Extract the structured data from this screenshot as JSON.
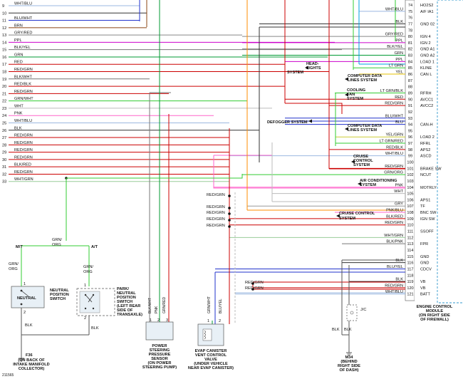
{
  "diagram_id": "211565",
  "left_wires": [
    {
      "pin": "9",
      "color": "WHT/BLU"
    },
    {
      "pin": "10",
      "color": ""
    },
    {
      "pin": "11",
      "color": "BLU/WHT"
    },
    {
      "pin": "12",
      "color": "BRN"
    },
    {
      "pin": "13",
      "color": "GRY/RED"
    },
    {
      "pin": "14",
      "color": "PPL"
    },
    {
      "pin": "15",
      "color": "BLK/YEL"
    },
    {
      "pin": "16",
      "color": "GRN"
    },
    {
      "pin": "17",
      "color": "RED"
    },
    {
      "pin": "18",
      "color": "RED/GRN"
    },
    {
      "pin": "19",
      "color": "BLK/WHT"
    },
    {
      "pin": "20",
      "color": "RED/BLK"
    },
    {
      "pin": "21",
      "color": "RED/GRN"
    },
    {
      "pin": "22",
      "color": "GRN/WHT"
    },
    {
      "pin": "23",
      "color": "WHT"
    },
    {
      "pin": "24",
      "color": "PNK"
    },
    {
      "pin": "25",
      "color": "WHT/BLU"
    },
    {
      "pin": "26",
      "color": "BLK"
    },
    {
      "pin": "27",
      "color": "RED/GRN"
    },
    {
      "pin": "28",
      "color": "RED/GRN"
    },
    {
      "pin": "29",
      "color": "RED/GRN"
    },
    {
      "pin": "30",
      "color": "RED/GRN"
    },
    {
      "pin": "31",
      "color": "BLK/RED"
    },
    {
      "pin": "32",
      "color": "RED/GRN"
    },
    {
      "pin": "33",
      "color": "WHT/GRN"
    }
  ],
  "right_pins": [
    {
      "pin": "74",
      "color": "",
      "label": "HO2S2"
    },
    {
      "pin": "75",
      "color": "WHT/BLU",
      "label": "A/F IA1"
    },
    {
      "pin": "76",
      "color": "",
      "label": ""
    },
    {
      "pin": "77",
      "color": "BLK",
      "label": "GND 02"
    },
    {
      "pin": "78",
      "color": "",
      "label": ""
    },
    {
      "pin": "80",
      "color": "GRY/RED",
      "label": "IGN 4"
    },
    {
      "pin": "81",
      "color": "PPL",
      "label": "IGN 2"
    },
    {
      "pin": "82",
      "color": "BLK/YEL",
      "label": "GND A1"
    },
    {
      "pin": "83",
      "color": "GRN",
      "label": "GND A2"
    },
    {
      "pin": "84",
      "color": "PPL",
      "label": "LOAD 1"
    },
    {
      "pin": "85",
      "color": "LT GRN",
      "label": "KLINE"
    },
    {
      "pin": "86",
      "color": "YEL",
      "label": "CAN L"
    },
    {
      "pin": "87",
      "color": "",
      "label": ""
    },
    {
      "pin": "88",
      "color": "",
      "label": ""
    },
    {
      "pin": "89",
      "color": "LT GRN/BLK",
      "label": "RFRH"
    },
    {
      "pin": "90",
      "color": "RED",
      "label": "AVCC1"
    },
    {
      "pin": "91",
      "color": "RED/GRN",
      "label": "AVCC2"
    },
    {
      "pin": "92",
      "color": "",
      "label": ""
    },
    {
      "pin": "93",
      "color": "BLU/WHT",
      "label": ""
    },
    {
      "pin": "94",
      "color": "BLU",
      "label": "CAN-H"
    },
    {
      "pin": "95",
      "color": "",
      "label": ""
    },
    {
      "pin": "96",
      "color": "YEL/GRN",
      "label": "LOAD 2"
    },
    {
      "pin": "97",
      "color": "LT GRN/RED",
      "label": "RFRL"
    },
    {
      "pin": "98",
      "color": "RED/BLK",
      "label": "APS2"
    },
    {
      "pin": "99",
      "color": "WHT/BLU",
      "label": "ASCD"
    },
    {
      "pin": "100",
      "color": "",
      "label": ""
    },
    {
      "pin": "101",
      "color": "RED/GRN",
      "label": "BRAKE SW"
    },
    {
      "pin": "102",
      "color": "GRN/ORG",
      "label": "NCUT"
    },
    {
      "pin": "103",
      "color": "",
      "label": ""
    },
    {
      "pin": "104",
      "color": "PNK",
      "label": "MOTRLY"
    },
    {
      "pin": "105",
      "color": "WHT",
      "label": ""
    },
    {
      "pin": "106",
      "color": "",
      "label": "APS1"
    },
    {
      "pin": "107",
      "color": "GRY",
      "label": "TF"
    },
    {
      "pin": "108",
      "color": "PNK/BLU",
      "label": "BNC SW"
    },
    {
      "pin": "109",
      "color": "BLK/RED",
      "label": "IGN SW"
    },
    {
      "pin": "110",
      "color": "RED/GRN",
      "label": ""
    },
    {
      "pin": "111",
      "color": "",
      "label": "SSOFF"
    },
    {
      "pin": "112",
      "color": "WHT/GRN",
      "label": ""
    },
    {
      "pin": "113",
      "color": "BLK/PNK",
      "label": "FPR"
    },
    {
      "pin": "114",
      "color": "",
      "label": ""
    },
    {
      "pin": "115",
      "color": "",
      "label": "GND"
    },
    {
      "pin": "116",
      "color": "BLK",
      "label": "GND"
    },
    {
      "pin": "117",
      "color": "BLU/YEL",
      "label": "CDCV"
    },
    {
      "pin": "118",
      "color": "",
      "label": ""
    },
    {
      "pin": "119",
      "color": "BLK",
      "label": "VB"
    },
    {
      "pin": "120",
      "color": "RED/GRN",
      "label": "VB"
    },
    {
      "pin": "121",
      "color": "WHT/BLU",
      "label": "BATT"
    }
  ],
  "mid_labels": {
    "red_grn": "RED/GRN",
    "grn_org_top": "GRN/",
    "grn_org_bot": "ORG",
    "mt": "M/T",
    "at": "A/T",
    "grn_org_mt_top": "GRN/",
    "grn_org_mt_bot": "ORG",
    "grn_org_at_top": "GRN/",
    "grn_org_at_bot": "ORG",
    "blk": "BLK",
    "blk_wht": "BLK/WHT",
    "pnk": "PNK",
    "grn_red": "GRN/RED",
    "grn_wht": "GRN/WHT",
    "blu_yel": "BLU/YEL",
    "jc": "J/C",
    "pin1": "1",
    "pin2": "2",
    "pin3": "3"
  },
  "systems": {
    "headlights": [
      "HEAD-",
      "LIGHTS",
      "SYSTEM"
    ],
    "cdl1": [
      "COMPUTER DATA",
      "LINES SYSTEM"
    ],
    "cooling": [
      "COOLING",
      "FAN",
      "SYSTEM"
    ],
    "defogger": [
      "DEFOGGER SYSTEM"
    ],
    "cdl2": [
      "COMPUTER DATA",
      "LINES SYSTEM"
    ],
    "cruise1": [
      "CRUISE",
      "CONTROL",
      "SYSTEM"
    ],
    "aircon": [
      "AIR CONDITIONING",
      "SYSTEM"
    ],
    "cruise2": [
      "CRUISE CONTROL",
      "SYSTEM"
    ]
  },
  "components": {
    "neutral_switch": {
      "box": "NEUTRAL",
      "label": [
        "NEUTRAL",
        "POSITION",
        "SWITCH"
      ]
    },
    "park_switch": {
      "label": [
        "PARK/",
        "NEUTRAL",
        "POSITION",
        "SWITCH",
        "(LEFT REAR",
        "SIDE OF",
        "TRANSAXLE)"
      ]
    },
    "ps_sensor": {
      "label": [
        "POWER",
        "STEERING",
        "PRESSURE",
        "SENSOR",
        "(ON POWER",
        "STEERING PUMP)"
      ]
    },
    "evap_valve": {
      "label": [
        "EVAP CANISTER",
        "VENT CONTROL",
        "VALVE",
        "(UNDER VEHICLE",
        "NEAR EVAP CANISTER)"
      ]
    },
    "ground_f36": {
      "label": [
        "F36",
        "(ON BACK OF",
        "INTAKE MANIFOLD",
        "COLLECTOR)"
      ]
    },
    "ground_m34": {
      "label": [
        "M34",
        "(BEHIND",
        "RIGHT SIDE",
        "OF DASH)"
      ]
    },
    "ecm": {
      "label": [
        "ENGINE CONTROL",
        "MODULE",
        "(ON RIGHT SIDE",
        "OF FIREWALL)"
      ]
    }
  }
}
